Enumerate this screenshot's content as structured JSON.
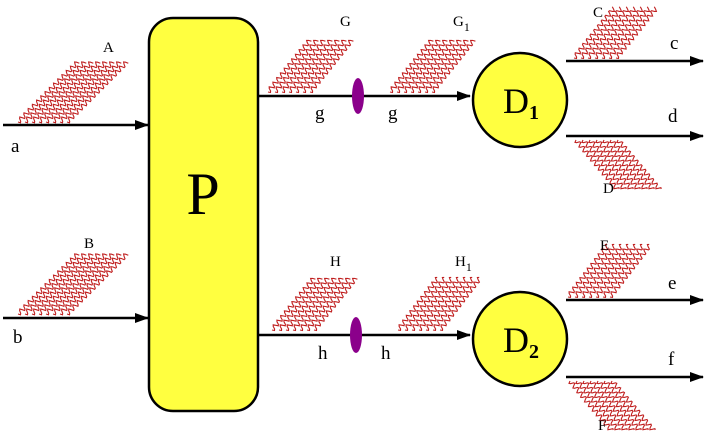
{
  "processor": {
    "label": "P",
    "fill": "#ffff40"
  },
  "inputs": {
    "a": "a",
    "b": "b"
  },
  "radiation_labels": {
    "A": "A",
    "B": "B",
    "G": "G",
    "G1_base": "G",
    "G1_sub": "1",
    "H": "H",
    "H1_base": "H",
    "H1_sub": "1",
    "C": "C",
    "D": "D",
    "E": "E",
    "F": "F"
  },
  "propagators": {
    "g_left": "g",
    "g_right": "g",
    "h_left": "h",
    "h_right": "h"
  },
  "decays": {
    "D1": {
      "base": "D",
      "sub": "1"
    },
    "D2": {
      "base": "D",
      "sub": "2"
    }
  },
  "outputs": {
    "c": "c",
    "d": "d",
    "e": "e",
    "f": "f"
  },
  "colors": {
    "radiation": "#c02020",
    "blob": "#8b008b",
    "decay_fill": "#ffff40"
  }
}
